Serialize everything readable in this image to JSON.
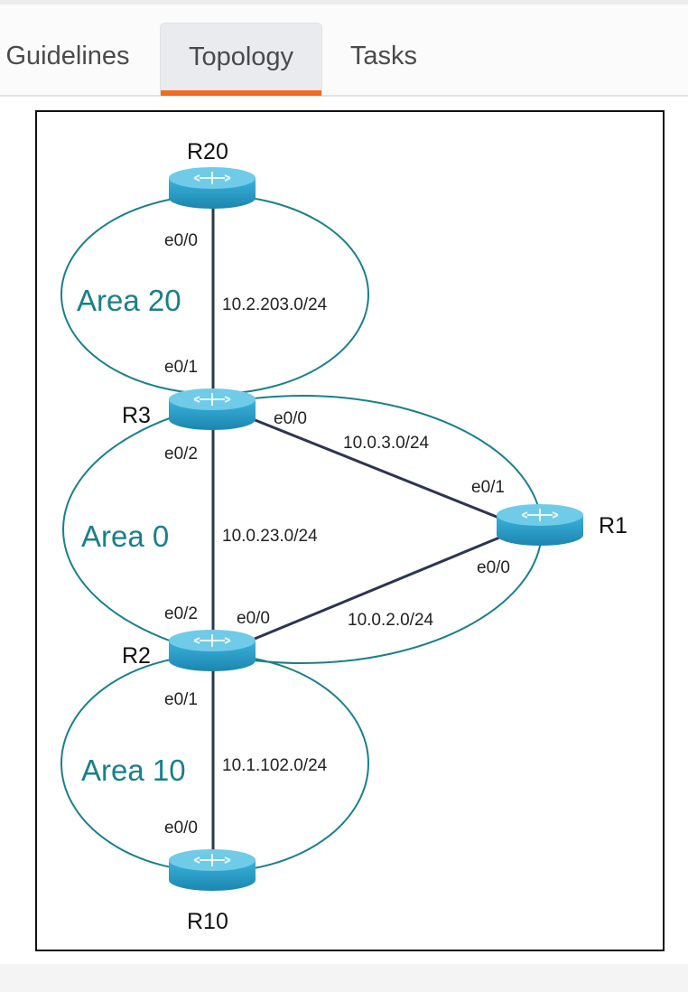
{
  "tabs": [
    {
      "label": "Guidelines",
      "active": false
    },
    {
      "label": "Topology",
      "active": true
    },
    {
      "label": "Tasks",
      "active": false
    }
  ],
  "colors": {
    "accent": "#f26a1b",
    "area": "#19808a",
    "router": "#2aa3cc"
  },
  "topology": {
    "routers": [
      "R20",
      "R3",
      "R1",
      "R2",
      "R10"
    ],
    "areas": [
      "Area 20",
      "Area 0",
      "Area 10"
    ],
    "links": [
      {
        "subnet": "10.2.203.0/24",
        "a_if": "e0/0",
        "b_if": "e0/1"
      },
      {
        "subnet": "10.0.3.0/24",
        "a_if": "e0/0",
        "b_if": "e0/1"
      },
      {
        "subnet": "10.0.23.0/24",
        "a_if": "e0/2",
        "b_if": "e0/2"
      },
      {
        "subnet": "10.0.2.0/24",
        "a_if": "e0/0",
        "b_if": "e0/0"
      },
      {
        "subnet": "10.1.102.0/24",
        "a_if": "e0/1",
        "b_if": "e0/0"
      }
    ]
  }
}
